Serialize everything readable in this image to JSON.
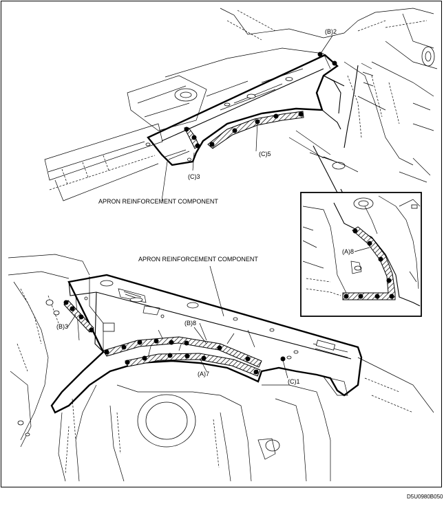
{
  "labels": {
    "b2": "(B)2",
    "c3": "(C)3",
    "c5": "(C)5",
    "apron_top": "APRON REINFORCEMENT COMPONENT",
    "a8": "(A)8",
    "apron_bottom": "APRON REINFORCEMENT COMPONENT",
    "b3": "(B)3",
    "b8": "(B)8",
    "a7": "(A)7",
    "c1": "(C)1"
  },
  "figure_code": "D5U0980B050"
}
